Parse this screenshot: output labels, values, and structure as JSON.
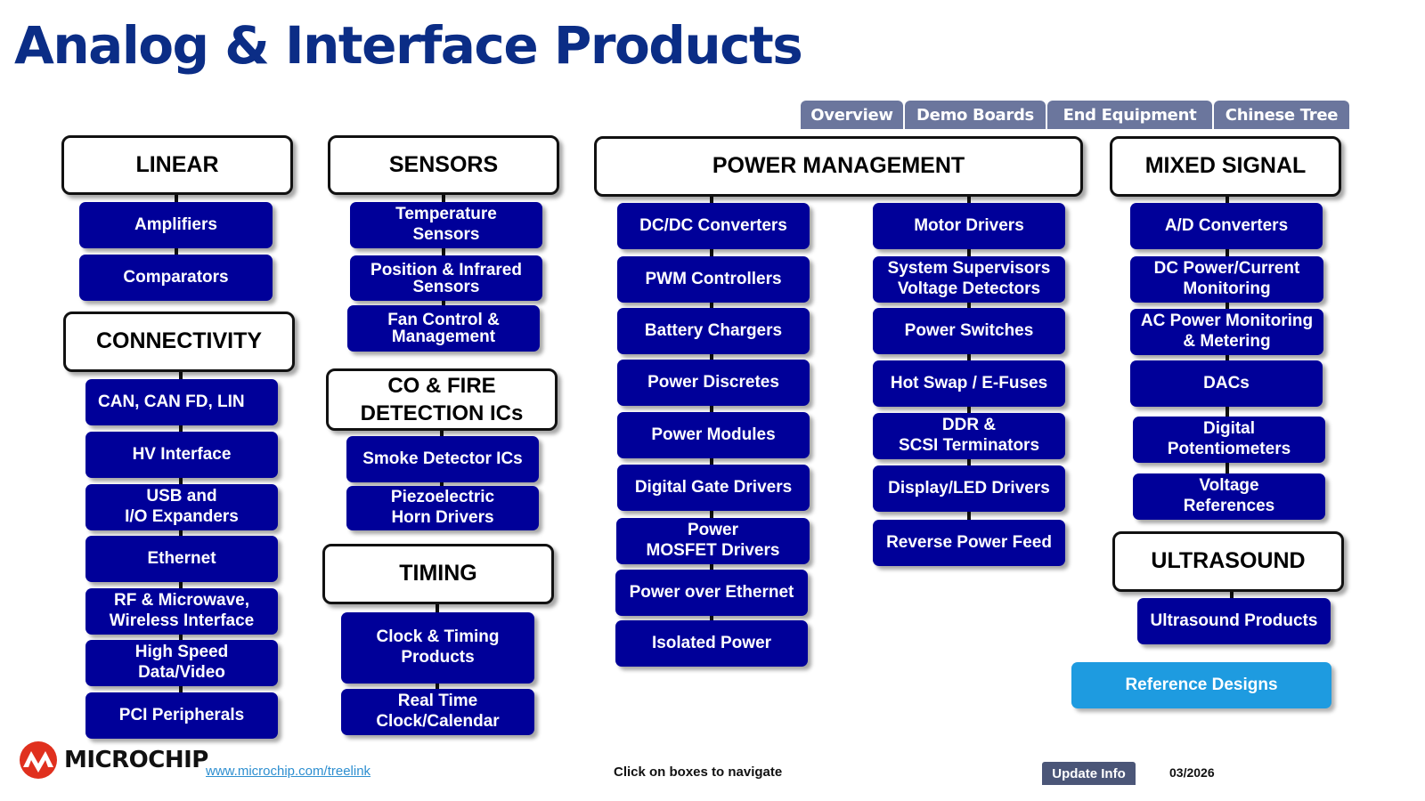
{
  "title": "Analog & Interface Products",
  "tabs": [
    {
      "label": "Overview"
    },
    {
      "label": "Demo Boards"
    },
    {
      "label": "End Equipment"
    },
    {
      "label": "Chinese Tree"
    }
  ],
  "categories": {
    "linear": {
      "label": "LINEAR",
      "items": [
        "Amplifiers",
        "Comparators"
      ]
    },
    "connectivity": {
      "label": "CONNECTIVITY",
      "items": [
        "CAN, CAN FD, LIN",
        "HV Interface",
        "USB and\nI/O Expanders",
        "Ethernet",
        "RF & Microwave,\nWireless Interface",
        "High Speed\nData/Video",
        "PCI Peripherals"
      ]
    },
    "sensors": {
      "label": "SENSORS",
      "items": [
        "Temperature\nSensors",
        "Position & Infrared\nSensors",
        "Fan Control &\nManagement"
      ]
    },
    "co_fire": {
      "label": "CO & FIRE\nDETECTION ICs",
      "items": [
        "Smoke Detector ICs",
        "Piezoelectric\nHorn Drivers"
      ]
    },
    "timing": {
      "label": "TIMING",
      "items": [
        "Clock & Timing\nProducts",
        "Real Time\nClock/Calendar"
      ]
    },
    "power_management": {
      "label": "POWER MANAGEMENT",
      "left_items": [
        "DC/DC Converters",
        "PWM Controllers",
        "Battery Chargers",
        "Power Discretes",
        "Power Modules",
        "Digital Gate Drivers",
        "Power\nMOSFET Drivers",
        "Power over Ethernet",
        "Isolated Power"
      ],
      "right_items": [
        "Motor Drivers",
        "System Supervisors\nVoltage Detectors",
        "Power Switches",
        "Hot Swap / E-Fuses",
        "DDR &\nSCSI Terminators",
        "Display/LED Drivers",
        "Reverse Power Feed"
      ]
    },
    "mixed_signal": {
      "label": "MIXED SIGNAL",
      "items": [
        "A/D Converters",
        "DC Power/Current\nMonitoring",
        "AC Power Monitoring\n& Metering",
        "DACs",
        "Digital\nPotentiometers",
        "Voltage\nReferences"
      ]
    },
    "ultrasound": {
      "label": "ULTRASOUND",
      "items": [
        "Ultrasound Products"
      ]
    }
  },
  "reference_designs": "Reference Designs",
  "footer": {
    "logo_text": "MICROCHIP",
    "link": "www.microchip.com/treelink",
    "hint": "Click on boxes to navigate",
    "update_button": "Update Info",
    "date": "03/2026"
  },
  "colors": {
    "title": "#0b2d86",
    "item_bg": "#000099",
    "tab_bg": "#6b769d",
    "reference_bg": "#1e9be0",
    "update_bg": "#4b5678",
    "logo_red": "#e0301e"
  }
}
